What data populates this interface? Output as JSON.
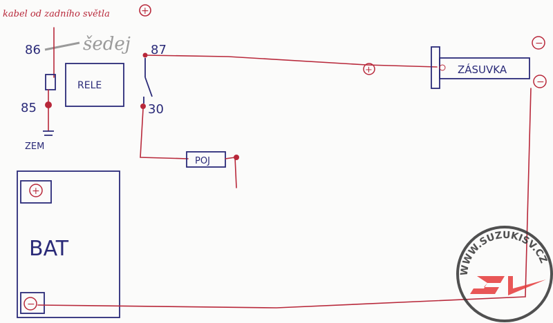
{
  "labels": {
    "rear_light_cable": "kabel od zadního světla",
    "rear_light_plus": "+",
    "pin_86": "86",
    "grey_wire": "šedej",
    "pin_87": "87",
    "relay": "RELE",
    "pin_85": "85",
    "pin_30": "30",
    "ground": "ZEM",
    "fuse": "POJ",
    "socket_plus": "+",
    "socket": "ZÁSUVKA",
    "socket_minus_top": "−",
    "socket_minus_right": "−",
    "battery": "BAT",
    "battery_plus": "+",
    "battery_minus": "−"
  },
  "watermark": "WWW.SUZUKISV.CZ",
  "colors": {
    "wire": "#b8283a",
    "ink": "#2a2a78",
    "logo": "#e53a3a"
  }
}
